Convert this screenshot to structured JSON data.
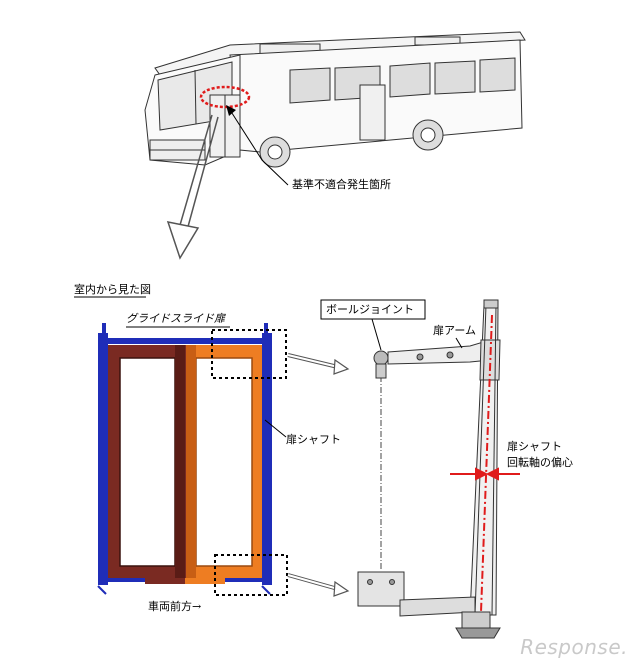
{
  "labels": {
    "nonconformity_location": "基準不適合発生箇所",
    "view_from_interior": "室内から見た図",
    "glide_slide_door": "グライドスライド扉",
    "ball_joint": "ボールジョイント",
    "door_arm": "扉アーム",
    "door_shaft_left": "扉シャフト",
    "door_shaft_right": "扉シャフト",
    "rotation_axis_eccentricity": "回転軸の偏心",
    "vehicle_forward": "車両前方→"
  },
  "watermark": "Response.",
  "colors": {
    "frame_blue": "#1f2db8",
    "left_panel": "#7a2a22",
    "right_panel": "#ee7d22",
    "highlight_red": "#e01b1b"
  }
}
